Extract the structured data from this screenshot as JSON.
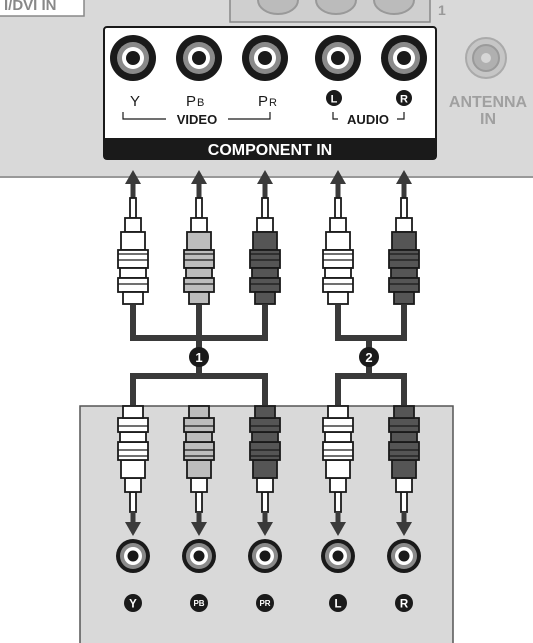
{
  "tv_panel": {
    "partial_label": "I/DVI IN",
    "small_label": "1",
    "component_in": {
      "title": "COMPONENT IN",
      "jack_labels": [
        {
          "main": "Y",
          "sub": ""
        },
        {
          "main": "P",
          "sub": "B"
        },
        {
          "main": "P",
          "sub": "R"
        }
      ],
      "audio_badges": [
        "L",
        "R"
      ],
      "video_group_label": "VIDEO",
      "audio_group_label": "AUDIO"
    },
    "antenna": {
      "line1": "ANTENNA",
      "line2": "IN"
    }
  },
  "cable_groups": [
    "1",
    "2"
  ],
  "source_device": {
    "jack_badges": [
      "Y",
      "PB",
      "PR",
      "L",
      "R"
    ]
  },
  "colors": {
    "panel_bg": "#d9d9d9",
    "plug_white": "#ffffff",
    "plug_light_gray": "#bdbdbd",
    "plug_dark_gray": "#555555",
    "cable": "#3a3a3a",
    "outline": "#1a1a1a"
  }
}
